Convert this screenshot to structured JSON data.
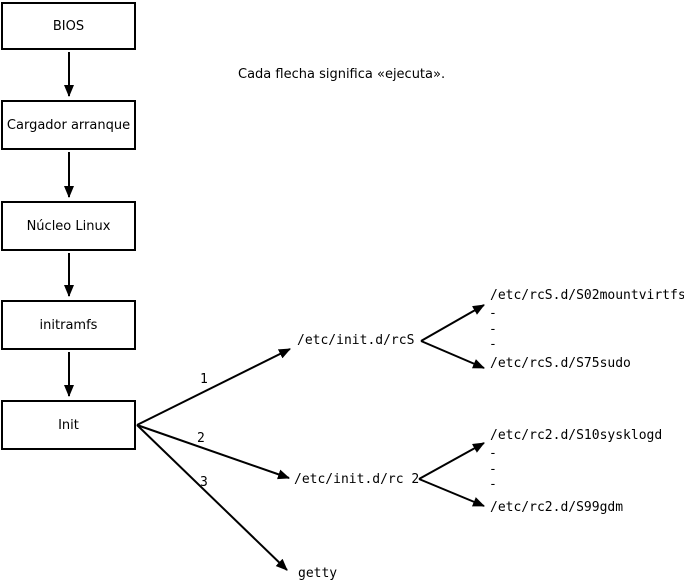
{
  "note": "Cada flecha significa «ejecuta».",
  "flow_boxes": [
    {
      "label": "BIOS"
    },
    {
      "label": "Cargador arranque"
    },
    {
      "label": "Núcleo Linux"
    },
    {
      "label": "initramfs"
    },
    {
      "label": "Init"
    }
  ],
  "init_branches": [
    {
      "number": "1",
      "target": "/etc/init.d/rcS"
    },
    {
      "number": "2",
      "target": "/etc/init.d/rc 2"
    },
    {
      "number": "3",
      "target": "getty"
    }
  ],
  "rcS_fanout": {
    "first": "/etc/rcS.d/S02mountvirtfs",
    "dots": [
      "-",
      "-",
      "-"
    ],
    "last": "/etc/rcS.d/S75sudo"
  },
  "rc2_fanout": {
    "first": "/etc/rc2.d/S10sysklogd",
    "dots": [
      "-",
      "-",
      "-"
    ],
    "last": "/etc/rc2.d/S99gdm"
  },
  "colors": {
    "ink": "#000000",
    "background": "#ffffff"
  }
}
